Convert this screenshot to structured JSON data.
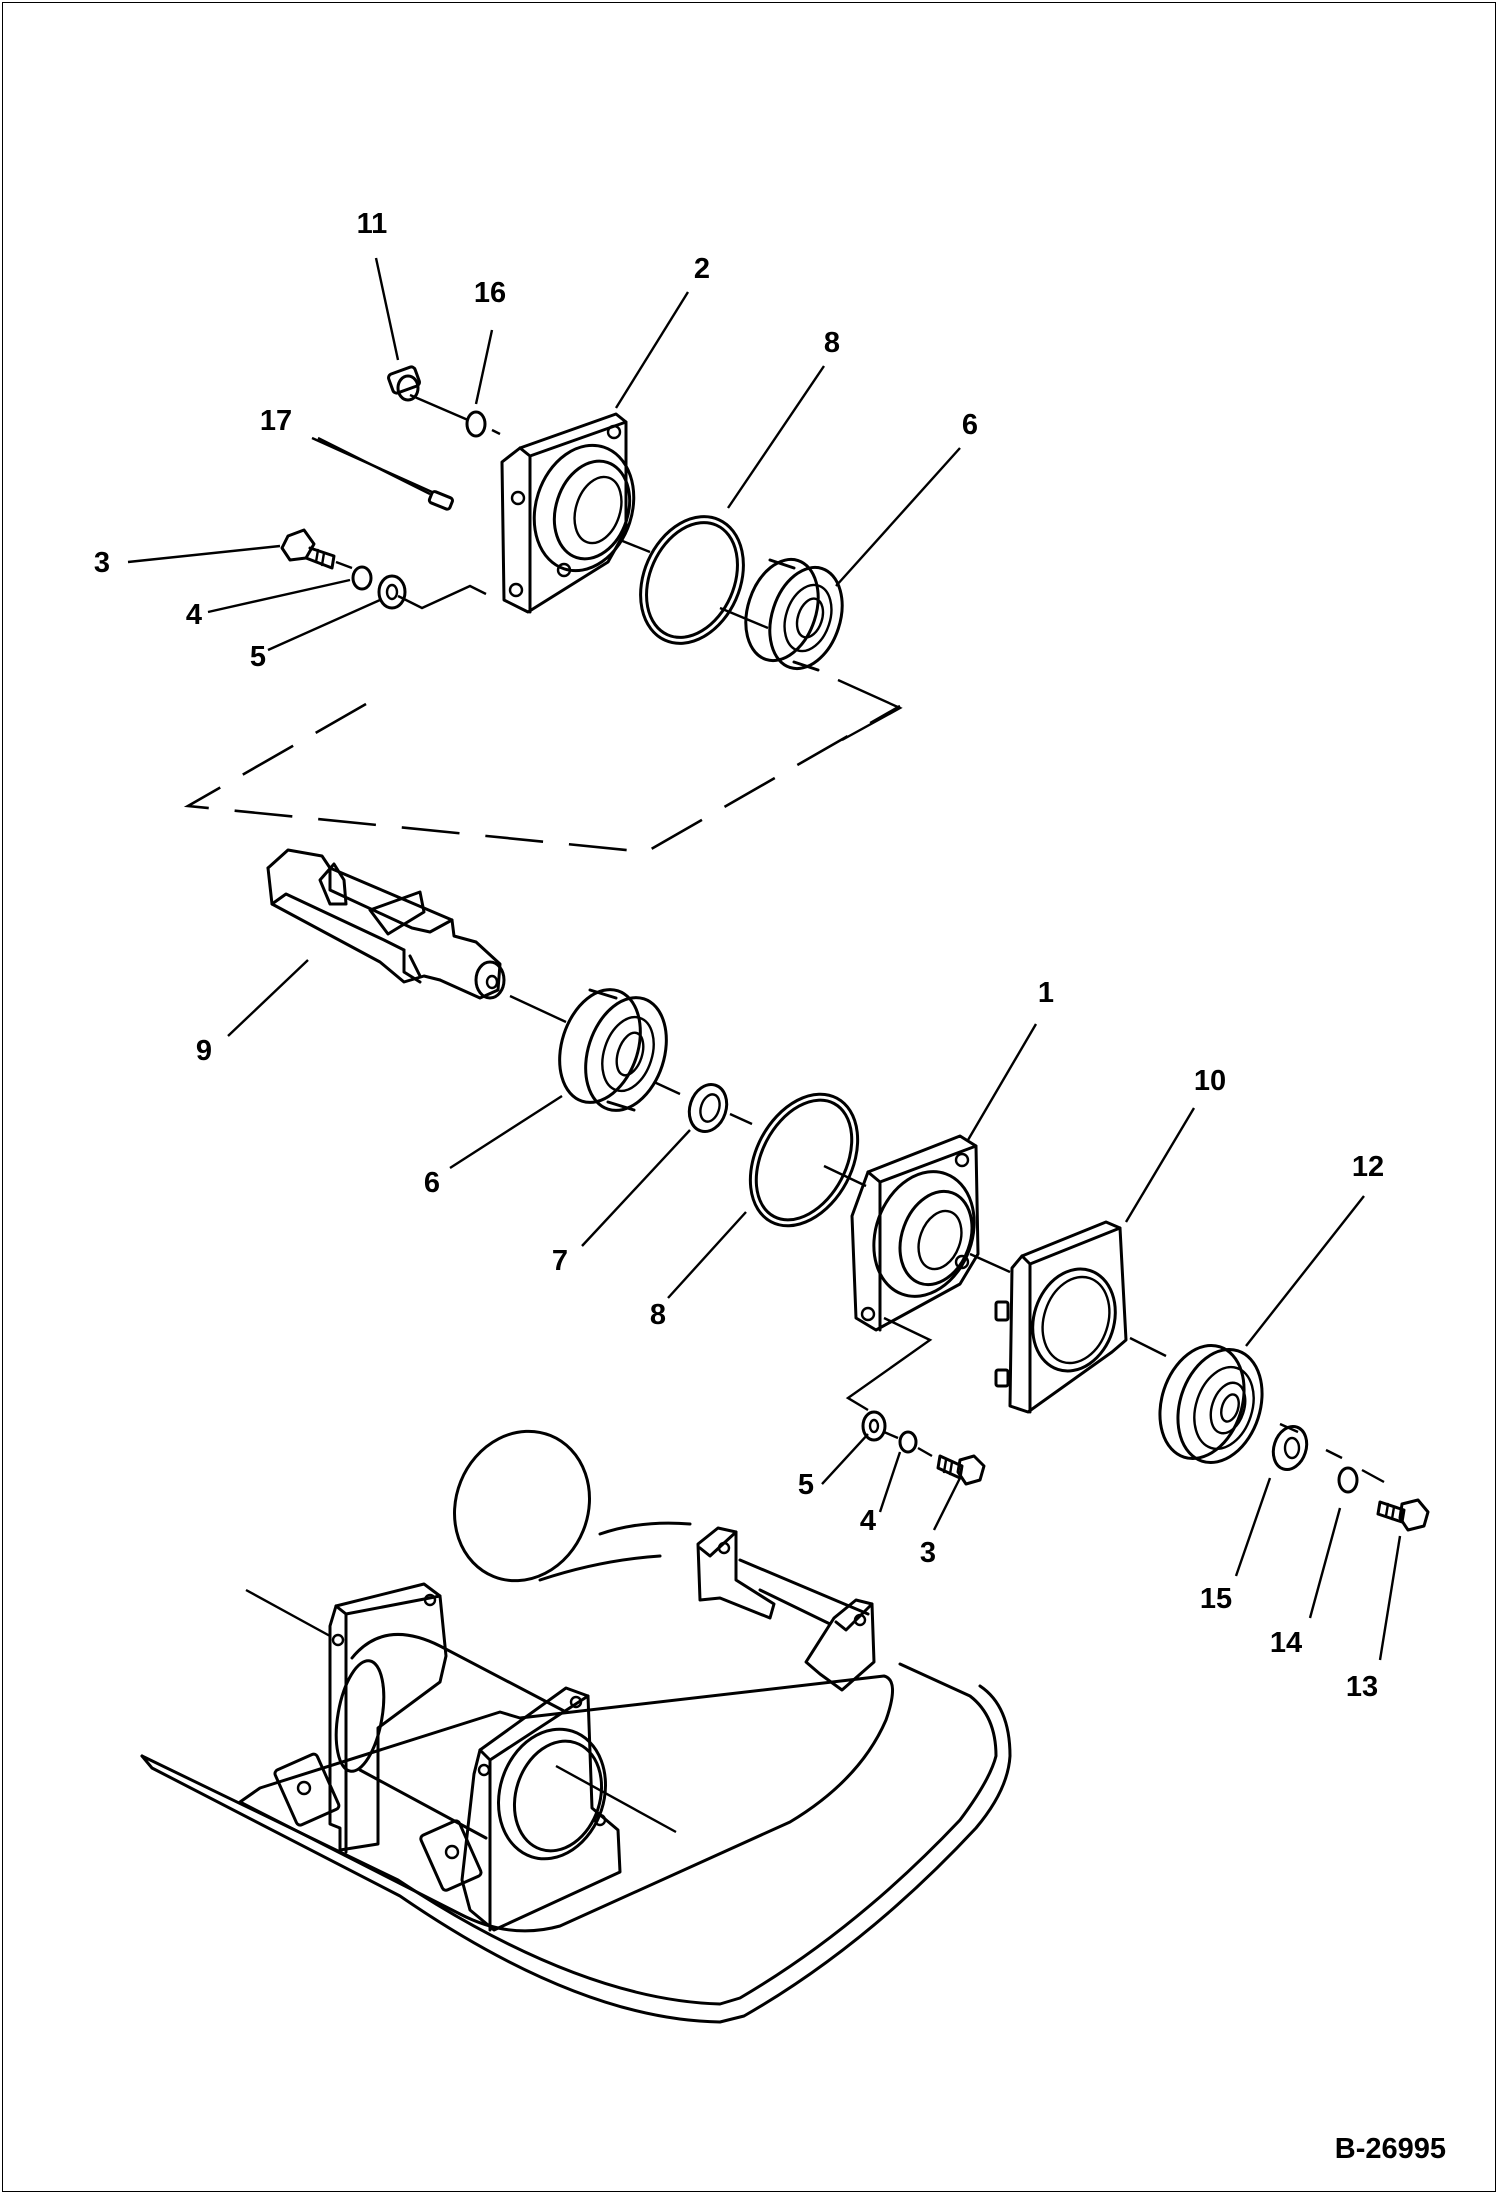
{
  "figure": {
    "reference_code": "B-26995"
  },
  "callouts": [
    {
      "id": "c11",
      "number": "11"
    },
    {
      "id": "c16",
      "number": "16"
    },
    {
      "id": "c2",
      "number": "2"
    },
    {
      "id": "c8a",
      "number": "8"
    },
    {
      "id": "c6a",
      "number": "6"
    },
    {
      "id": "c17",
      "number": "17"
    },
    {
      "id": "c3a",
      "number": "3"
    },
    {
      "id": "c4a",
      "number": "4"
    },
    {
      "id": "c5a",
      "number": "5"
    },
    {
      "id": "c9",
      "number": "9"
    },
    {
      "id": "c1",
      "number": "1"
    },
    {
      "id": "c10",
      "number": "10"
    },
    {
      "id": "c12",
      "number": "12"
    },
    {
      "id": "c6b",
      "number": "6"
    },
    {
      "id": "c7",
      "number": "7"
    },
    {
      "id": "c8b",
      "number": "8"
    },
    {
      "id": "c5b",
      "number": "5"
    },
    {
      "id": "c4b",
      "number": "4"
    },
    {
      "id": "c3b",
      "number": "3"
    },
    {
      "id": "c15",
      "number": "15"
    },
    {
      "id": "c14",
      "number": "14"
    },
    {
      "id": "c13",
      "number": "13"
    }
  ]
}
